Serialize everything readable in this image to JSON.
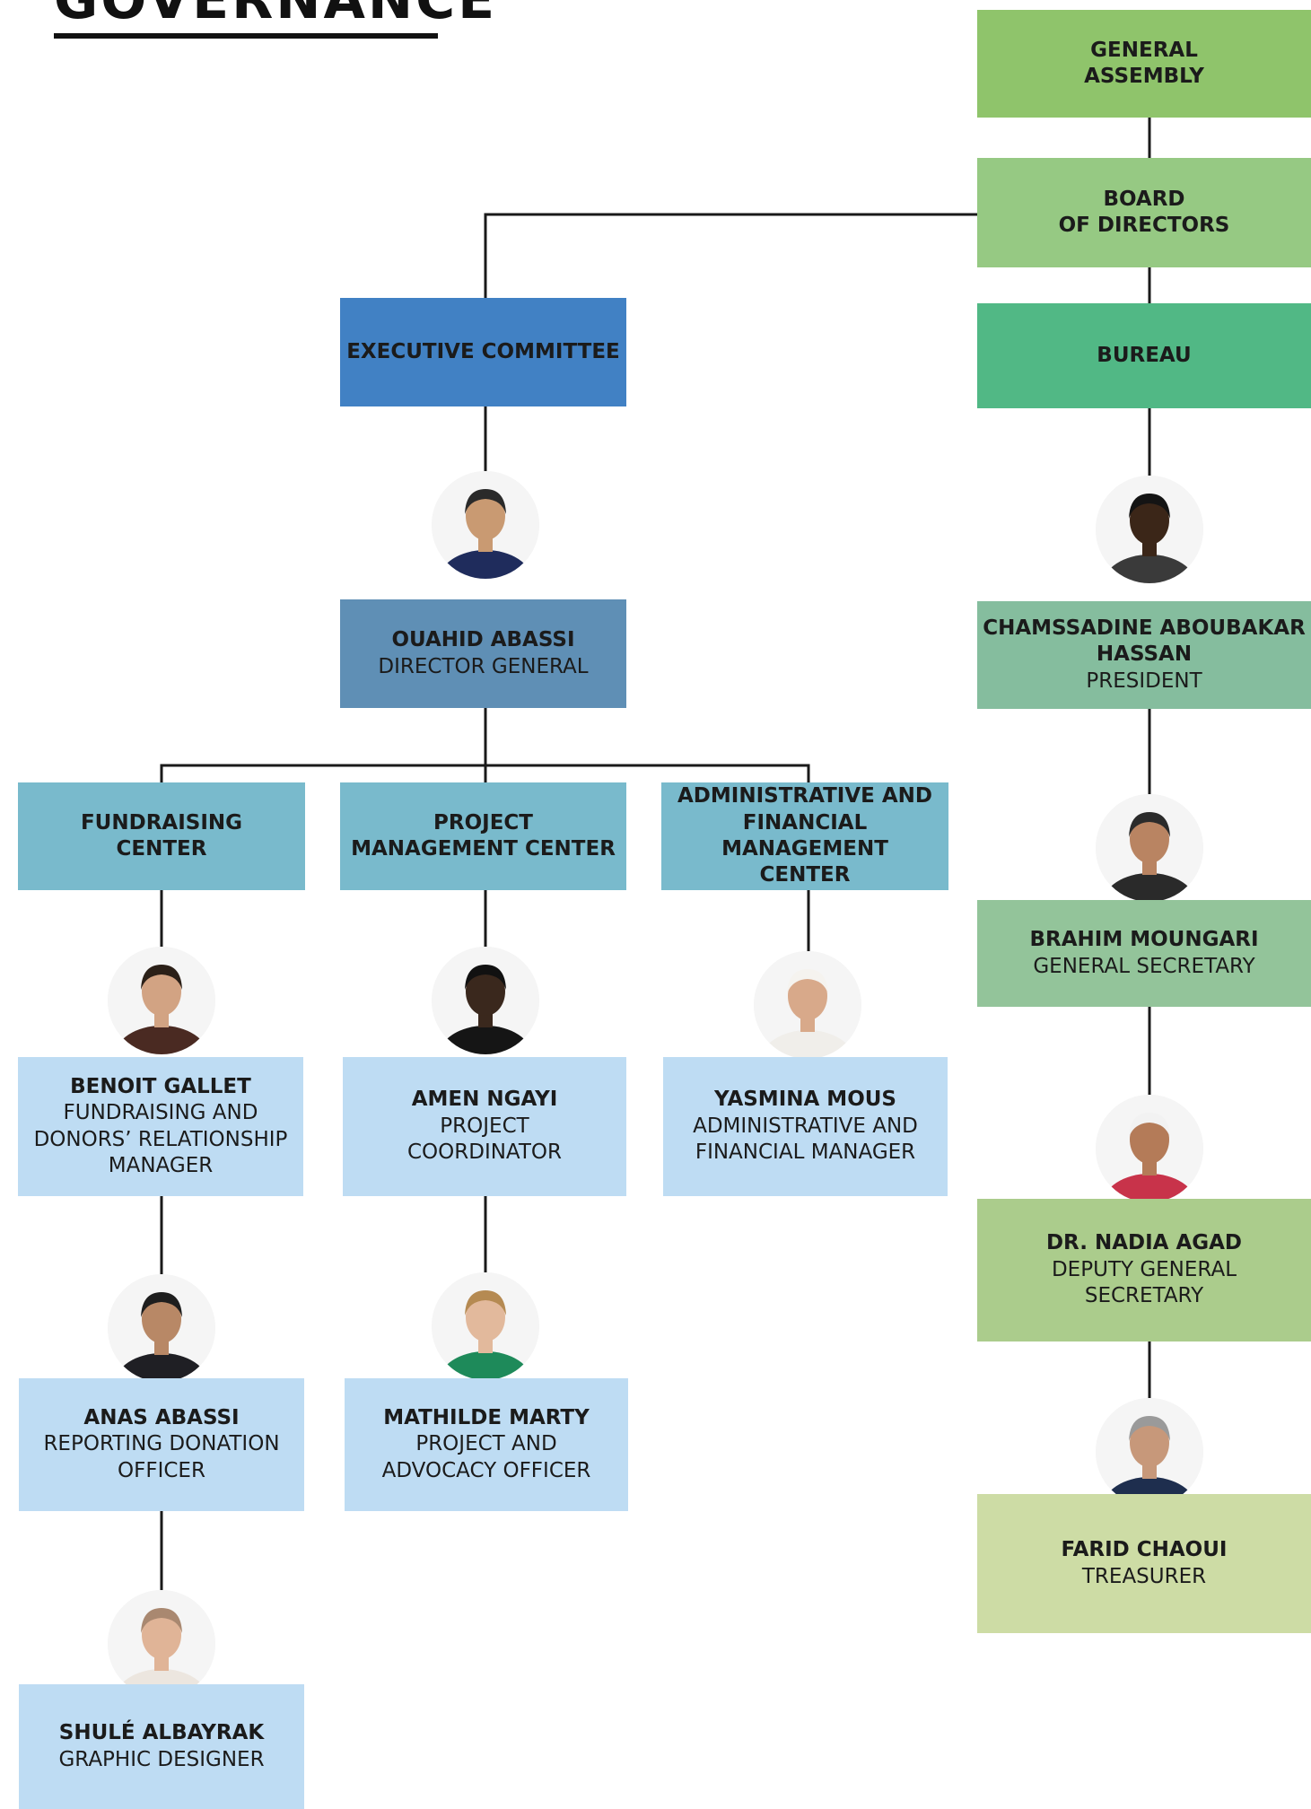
{
  "page": {
    "title": "GOVERNANCE"
  },
  "colors": {
    "general_assembly": "#8fc46b",
    "board": "#96c983",
    "bureau": "#51b885",
    "president": "#85bd9e",
    "secretary": "#93c49a",
    "deputy": "#abcc8c",
    "treasurer": "#cddca5",
    "executive": "#4181c4",
    "director": "#5f8fb5",
    "centers": "#79bacc",
    "staff": "#bedcf3",
    "line": "#1a1a1a"
  },
  "boxes": {
    "general_assembly": {
      "line1": "GENERAL",
      "line2": "ASSEMBLY"
    },
    "board": {
      "line1": "BOARD",
      "line2": "OF DIRECTORS"
    },
    "bureau": {
      "label": "BUREAU"
    },
    "executive": {
      "label": "EXECUTIVE COMMITTEE"
    },
    "fundraising": {
      "line1": "FUNDRAISING",
      "line2": "CENTER"
    },
    "project_mgmt": {
      "line1": "PROJECT",
      "line2": "MANAGEMENT CENTER"
    },
    "admin_fin": {
      "line1": "ADMINISTRATIVE AND",
      "line2": "FINANCIAL MANAGEMENT",
      "line3": "CENTER"
    }
  },
  "people": {
    "director": {
      "name": "OUAHID ABASSI",
      "role1": "DIRECTOR GENERAL"
    },
    "president": {
      "name1": "CHAMSSADINE ABOUBAKAR",
      "name2": "HASSAN",
      "role1": "PRESIDENT"
    },
    "secretary": {
      "name": "BRAHIM MOUNGARI",
      "role1": "GENERAL SECRETARY"
    },
    "deputy": {
      "name": "DR. NADIA AGAD",
      "role1": "DEPUTY GENERAL",
      "role2": "SECRETARY"
    },
    "treasurer": {
      "name": "FARID CHAOUI",
      "role1": "TREASURER"
    },
    "benoit": {
      "name": "BENOIT GALLET",
      "role1": "FUNDRAISING AND",
      "role2": "DONORS’ RELATIONSHIP",
      "role3": "MANAGER"
    },
    "amen": {
      "name": "AMEN NGAYI",
      "role1": "PROJECT",
      "role2": "COORDINATOR"
    },
    "yasmina": {
      "name": "YASMINA MOUS",
      "role1": "ADMINISTRATIVE AND",
      "role2": "FINANCIAL MANAGER"
    },
    "anas": {
      "name": "ANAS ABASSI",
      "role1": "REPORTING DONATION",
      "role2": "OFFICER"
    },
    "mathilde": {
      "name": "MATHILDE MARTY",
      "role1": "PROJECT AND",
      "role2": "ADVOCACY OFFICER"
    },
    "shule": {
      "name": "SHULÉ ALBAYRAK",
      "role1": "GRAPHIC DESIGNER"
    }
  },
  "avatars": {
    "ouahid": {
      "icon": "person-photo-icon",
      "skin": "#c99a72",
      "hair": "#2a2a2a",
      "shirt": "#1f2c5c"
    },
    "chamssadine": {
      "icon": "person-photo-icon",
      "skin": "#3b2618",
      "hair": "#141414",
      "shirt": "#3a3a3a"
    },
    "brahim": {
      "icon": "person-photo-icon",
      "skin": "#b98462",
      "hair": "#2b2b2b",
      "shirt": "#2a2a2a"
    },
    "nadia": {
      "icon": "person-photo-icon",
      "skin": "#b47b58",
      "hair": "#f2f2f2",
      "shirt": "#c8334a"
    },
    "farid": {
      "icon": "person-photo-icon",
      "skin": "#c7987a",
      "hair": "#9a9a9a",
      "shirt": "#1e2e4e"
    },
    "benoit": {
      "icon": "person-photo-icon",
      "skin": "#d2a383",
      "hair": "#2b2018",
      "shirt": "#4a2a22"
    },
    "amen": {
      "icon": "person-photo-icon",
      "skin": "#3a281d",
      "hair": "#111111",
      "shirt": "#151515"
    },
    "yasmina": {
      "icon": "person-photo-icon",
      "skin": "#d8a98a",
      "hair": "#f5f3ef",
      "shirt": "#f0eeea"
    },
    "anas": {
      "icon": "person-photo-icon",
      "skin": "#b88866",
      "hair": "#1e1e1e",
      "shirt": "#1f1f24"
    },
    "mathilde": {
      "icon": "person-photo-icon",
      "skin": "#e2b99c",
      "hair": "#b58a52",
      "shirt": "#1e8a5a"
    },
    "shule": {
      "icon": "person-photo-icon",
      "skin": "#e0b497",
      "hair": "#a98870",
      "shirt": "#ece6df"
    }
  }
}
